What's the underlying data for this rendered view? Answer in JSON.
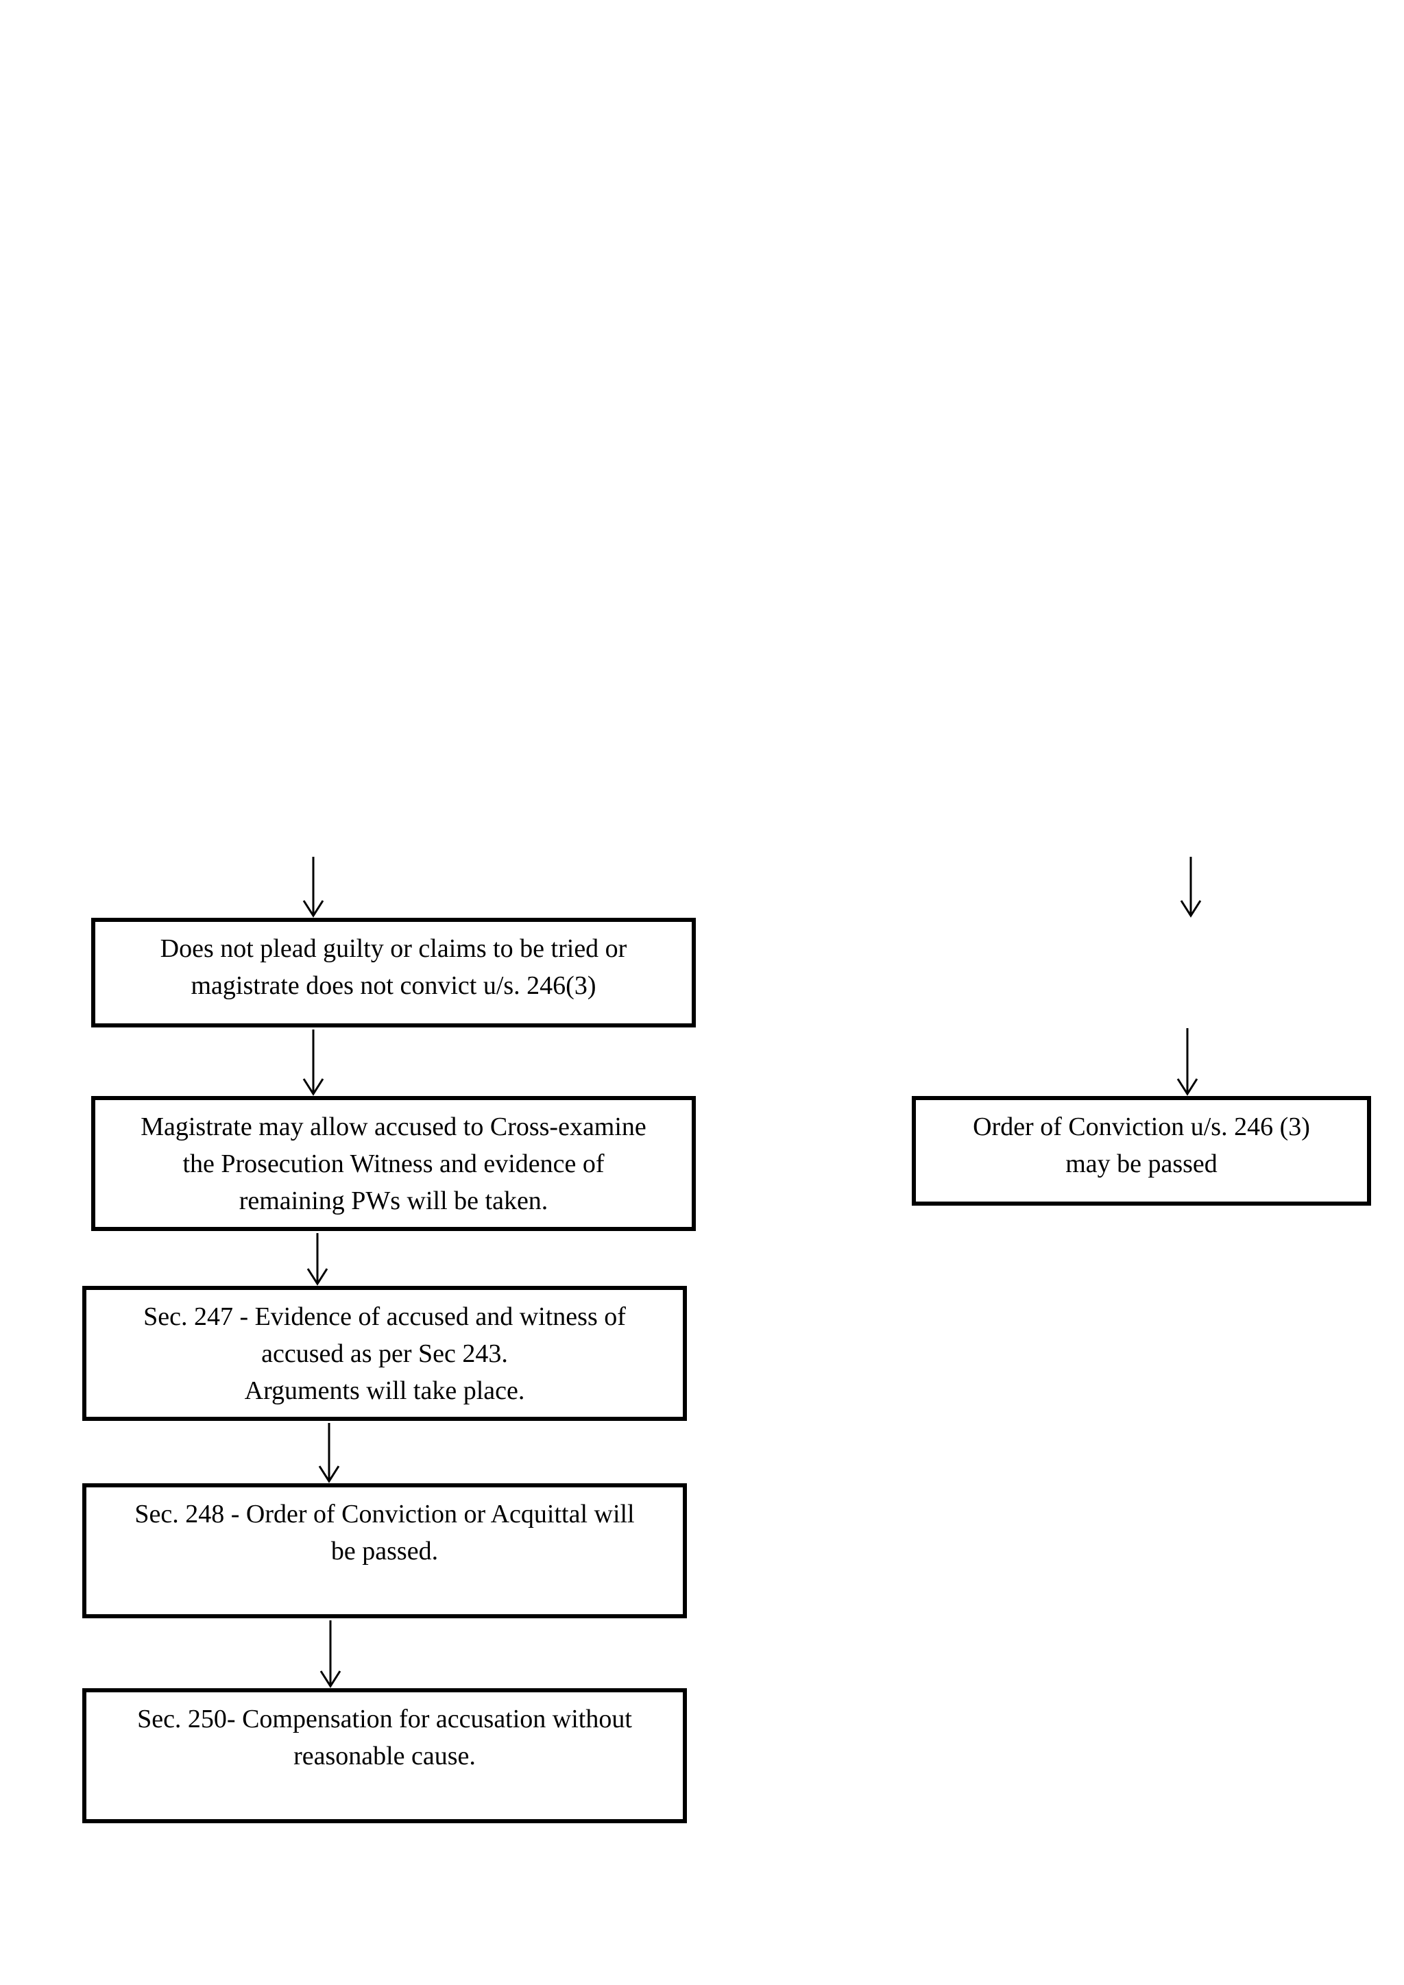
{
  "diagram": {
    "nodes": {
      "not_guilty": {
        "lines": [
          "Does not plead guilty or claims to be tried or",
          "magistrate does not convict u/s. 246(3)"
        ]
      },
      "cross_exam": {
        "lines": [
          "Magistrate may allow accused to Cross-examine",
          "the Prosecution Witness and evidence of",
          "remaining PWs will be taken."
        ]
      },
      "sec247": {
        "lines": [
          "Sec. 247 - Evidence of accused and witness of",
          "accused as per Sec 243.",
          "Arguments will take place."
        ]
      },
      "sec248": {
        "lines": [
          "Sec. 248 - Order of Conviction or Acquittal will",
          "be passed."
        ]
      },
      "sec250": {
        "lines": [
          "Sec. 250- Compensation for accusation without",
          "reasonable cause."
        ]
      },
      "order_conviction": {
        "lines": [
          "Order of Conviction u/s. 246 (3)",
          "may be passed"
        ]
      }
    },
    "edges": [
      [
        "top-left-entry",
        "not_guilty"
      ],
      [
        "not_guilty",
        "cross_exam"
      ],
      [
        "cross_exam",
        "sec247"
      ],
      [
        "sec247",
        "sec248"
      ],
      [
        "sec248",
        "sec250"
      ],
      [
        "top-right-entry",
        "order_conviction"
      ]
    ]
  }
}
